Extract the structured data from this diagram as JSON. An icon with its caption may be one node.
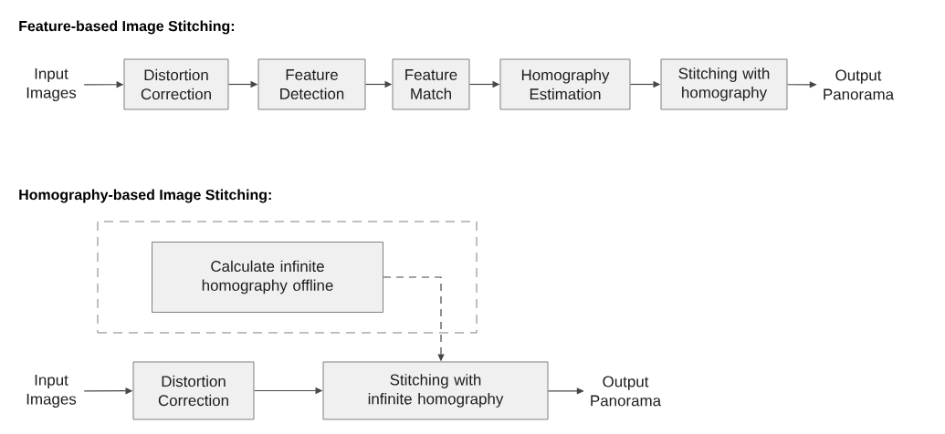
{
  "diagram": {
    "nodes": [
      {
        "text": [
          "Input Images"
        ]
      },
      {
        "text": [
          "Distortion Correction"
        ]
      },
      {
        "text": [
          "Feature Detection"
        ]
      },
      {
        "text": [
          "Feature Match"
        ]
      },
      {
        "text": [
          "Homography Estimation"
        ]
      },
      {
        "text": [
          "Stitching with homography"
        ]
      },
      {
        "text": [
          "Output Panorama"
        ]
      },
      {
        "text": [],
        "shape": "box"
      },
      {
        "text": [
          "Calculate infinite homography offline"
        ],
        "in": 7
      },
      {
        "text": [
          "Input Images"
        ]
      },
      {
        "text": [
          "Distortion Correction"
        ]
      },
      {
        "text": [
          "Stitching with infinite homography"
        ]
      },
      {
        "text": [
          "Output Panorama"
        ]
      }
    ],
    "edges": [
      {
        "from": 0,
        "to": 1,
        "arrow": "to"
      },
      {
        "from": 1,
        "to": 2,
        "arrow": "to"
      },
      {
        "from": 2,
        "to": 3,
        "arrow": "to"
      },
      {
        "from": 3,
        "to": 4,
        "arrow": "to"
      },
      {
        "from": 4,
        "to": 5,
        "arrow": "to"
      },
      {
        "from": 5,
        "to": 6,
        "arrow": "to"
      },
      {
        "from": 8,
        "to": 11,
        "arrow": "to",
        "style": "dashed"
      },
      {
        "from": 9,
        "to": 10,
        "arrow": "to"
      },
      {
        "from": 10,
        "to": 11,
        "arrow": "to"
      },
      {
        "from": 11,
        "to": 12,
        "arrow": "to"
      }
    ],
    "labels": [
      "Feature-based Image Stitching:",
      "Homography-based Image Stitching:"
    ]
  }
}
